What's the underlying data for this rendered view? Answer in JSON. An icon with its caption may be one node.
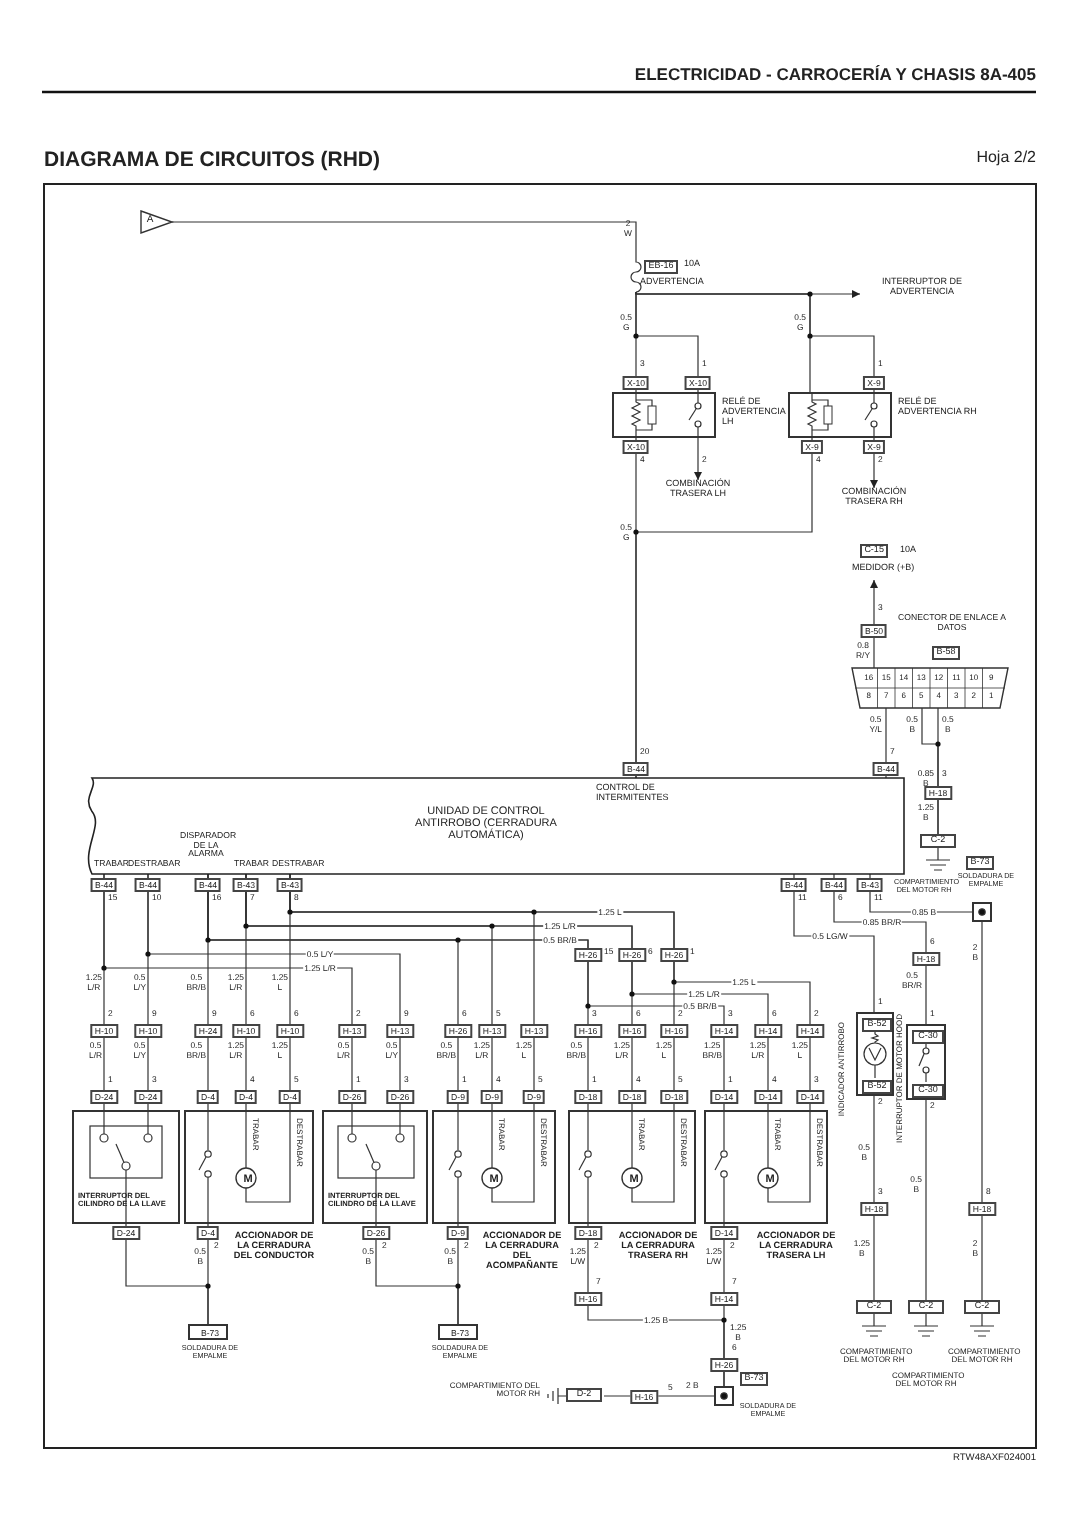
{
  "diagram": {
    "title": "DIAGRAMA DE CIRCUITOS (RHD)",
    "nodes": [
      {
        "text": [
          "A"
        ]
      },
      {
        "text": [
          "EB-16",
          "10A",
          "ADVERTENCIA"
        ]
      },
      {
        "text": [
          "INTERRUPTOR DE ADVERTENCIA"
        ]
      },
      {
        "text": [
          "RELÉ DE ADVERTENCIA LH"
        ]
      },
      {
        "text": [
          "RELÉ DE ADVERTENCIA RH"
        ]
      },
      {
        "text": [
          "COMBINACIÓN TRASERA LH"
        ]
      },
      {
        "text": [
          "COMBINACIÓN TRASERA RH"
        ]
      },
      {
        "text": [
          "C-15",
          "10A",
          "MEDIDOR (+B)"
        ]
      },
      {
        "text": [
          "CONECTOR DE ENLACE A DATOS",
          "B-58"
        ]
      },
      {
        "text": [
          "UNIDAD DE CONTROL ANTIRROBO (CERRADURA AUTOMÁTICA)",
          "CONTROL DE INTERMITENTES",
          "TRABAR",
          "DESTRABAR",
          "DISPARADOR DE LA ALARMA",
          "TRABAR",
          "DESTRABAR"
        ]
      },
      {
        "text": [
          "C-2",
          "COMPARTIMIENTO DEL MOTOR RH"
        ]
      },
      {
        "text": [
          "B-73",
          "SOLDADURA DE EMPALME"
        ]
      },
      {
        "text": [
          "INTERRUPTOR DEL CILINDRO DE LA LLAVE"
        ]
      },
      {
        "text": [
          "TRABAR",
          "DESTRABAR",
          "M",
          "ACCIONADOR DE LA CERRADURA DEL CONDUCTOR"
        ]
      },
      {
        "text": [
          "INTERRUPTOR DEL CILINDRO DE LA LLAVE"
        ]
      },
      {
        "text": [
          "TRABAR",
          "DESTRABAR",
          "M",
          "ACCIONADOR DE LA CERRADURA DEL ACOMPAÑANTE"
        ]
      },
      {
        "text": [
          "TRABAR",
          "DESTRABAR",
          "M",
          "ACCIONADOR DE LA CERRADURA TRASERA RH"
        ]
      },
      {
        "text": [
          "TRABAR",
          "DESTRABAR",
          "M",
          "ACCIONADOR DE LA CERRADURA TRASERA LH"
        ]
      },
      {
        "text": [
          "INDICADOR ANTIRROBO",
          "B-52",
          "B-52"
        ]
      },
      {
        "text": [
          "INTERRUPTOR DE MOTOR HOOD",
          "C-30",
          "C-30"
        ]
      },
      {
        "text": [
          "B-73",
          "SOLDADURA DE EMPALME"
        ]
      },
      {
        "text": [
          "B-73",
          "SOLDADURA DE EMPALME"
        ]
      },
      {
        "text": [
          "B-73",
          "SOLDADURA DE EMPALME"
        ]
      },
      {
        "text": [
          "COMPARTIMIENTO DEL MOTOR RH",
          "D-2"
        ]
      },
      {
        "text": [
          "C-2",
          "COMPARTIMIENTO DEL MOTOR RH"
        ]
      },
      {
        "text": [
          "C-2",
          "COMPARTIMIENTO DEL MOTOR RH"
        ]
      },
      {
        "text": [
          "C-2",
          "COMPARTIMIENTO DEL MOTOR RH"
        ]
      }
    ],
    "edges": [
      {
        "from": 0,
        "to": 1,
        "arrow": "none"
      },
      {
        "from": 1,
        "to": 2,
        "arrow": "to"
      },
      {
        "from": 1,
        "to": 3,
        "arrow": "none"
      },
      {
        "from": 1,
        "to": 3,
        "arrow": "none"
      },
      {
        "from": 1,
        "to": 4,
        "arrow": "none"
      },
      {
        "from": 1,
        "to": 4,
        "arrow": "none"
      },
      {
        "from": 3,
        "to": 5,
        "arrow": "to"
      },
      {
        "from": 4,
        "to": 6,
        "arrow": "to"
      },
      {
        "from": 3,
        "to": 9,
        "arrow": "none"
      },
      {
        "from": 4,
        "to": 9,
        "arrow": "none"
      },
      {
        "from": 8,
        "to": 7,
        "arrow": "to"
      },
      {
        "from": 8,
        "to": 9,
        "arrow": "none"
      },
      {
        "from": 8,
        "to": 10,
        "arrow": "none"
      },
      {
        "from": 8,
        "to": 10,
        "arrow": "none"
      },
      {
        "from": 9,
        "to": 11,
        "arrow": "none"
      },
      {
        "from": 9,
        "to": 18,
        "arrow": "none"
      },
      {
        "from": 9,
        "to": 19,
        "arrow": "none"
      },
      {
        "from": 11,
        "to": 26,
        "arrow": "none"
      },
      {
        "from": 18,
        "to": 24,
        "arrow": "none"
      },
      {
        "from": 19,
        "to": 25,
        "arrow": "none"
      },
      {
        "from": 9,
        "to": 12,
        "arrow": "none"
      },
      {
        "from": 9,
        "to": 12,
        "arrow": "none"
      },
      {
        "from": 9,
        "to": 13,
        "arrow": "none"
      },
      {
        "from": 9,
        "to": 13,
        "arrow": "none"
      },
      {
        "from": 9,
        "to": 13,
        "arrow": "none"
      },
      {
        "from": 9,
        "to": 14,
        "arrow": "none"
      },
      {
        "from": 9,
        "to": 14,
        "arrow": "none"
      },
      {
        "from": 9,
        "to": 15,
        "arrow": "none"
      },
      {
        "from": 9,
        "to": 15,
        "arrow": "none"
      },
      {
        "from": 9,
        "to": 15,
        "arrow": "none"
      },
      {
        "from": 9,
        "to": 16,
        "arrow": "none"
      },
      {
        "from": 9,
        "to": 16,
        "arrow": "none"
      },
      {
        "from": 9,
        "to": 16,
        "arrow": "none"
      },
      {
        "from": 9,
        "to": 17,
        "arrow": "none"
      },
      {
        "from": 9,
        "to": 17,
        "arrow": "none"
      },
      {
        "from": 9,
        "to": 17,
        "arrow": "none"
      },
      {
        "from": 13,
        "to": 20,
        "arrow": "none"
      },
      {
        "from": 14,
        "to": 21,
        "arrow": "none"
      },
      {
        "from": 15,
        "to": 21,
        "arrow": "none"
      },
      {
        "from": 16,
        "to": 22,
        "arrow": "none"
      },
      {
        "from": 17,
        "to": 22,
        "arrow": "none"
      },
      {
        "from": 22,
        "to": 23,
        "arrow": "none"
      },
      {
        "from": 12,
        "to": 20,
        "arrow": "none"
      }
    ],
    "labels": [
      "ELECTRICIDAD - CARROCERÍA Y CHASIS 8A-405",
      "Hoja 2/2",
      "RTW48AXF024001",
      "2 W",
      "0.5 G",
      "3",
      "1",
      "X-10",
      "X-10",
      "X-10",
      "4",
      "2",
      "0.5 G",
      "1",
      "X-9",
      "X-9",
      "X-9",
      "4",
      "2",
      "0.5 G",
      "3",
      "B-50",
      "0.8 R/Y",
      "16",
      "15",
      "14",
      "13",
      "12",
      "11",
      "10",
      "9",
      "8",
      "7",
      "6",
      "5",
      "4",
      "3",
      "2",
      "1",
      "0.5 Y/L",
      "0.5 B",
      "0.5 B",
      "20",
      "B-44",
      "7",
      "B-44",
      "0.85 B",
      "3",
      "H-18",
      "1.25 B",
      "B-44",
      "15",
      "B-44",
      "10",
      "B-44",
      "16",
      "B-43",
      "7",
      "B-43",
      "8",
      "B-44",
      "11",
      "B-44",
      "6",
      "B-43",
      "11",
      "0.85 B",
      "0.5 LG/W",
      "0.85 BR/R",
      "6",
      "H-18",
      "0.5 BR/R",
      "1",
      "2",
      "1",
      "2",
      "2 B",
      "0.5 B",
      "3",
      "H-18",
      "0.5 B",
      "8",
      "H-18",
      "1.25 B",
      "2 B",
      "1.25 L",
      "1.25 L/R",
      "0.5 BR/B",
      "0.5 L/Y",
      "1.25 L/R",
      "1.25 L/R",
      "0.5 L/Y",
      "0.5 BR/B",
      "1.25 L/R",
      "1.25 L",
      "15",
      "H-26",
      "6",
      "H-26",
      "1",
      "H-26",
      "1.25 L",
      "1.25 L/R",
      "0.5 BR/B",
      "2",
      "H-10",
      "9",
      "H-10",
      "9",
      "H-24",
      "6",
      "H-10",
      "6",
      "H-10",
      "2",
      "H-13",
      "9",
      "H-13",
      "6",
      "H-26",
      "5",
      "H-13",
      "H-13",
      "3",
      "H-16",
      "6",
      "H-16",
      "2",
      "H-16",
      "3",
      "H-14",
      "6",
      "H-14",
      "2",
      "H-14",
      "0.5 L/R",
      "0.5 L/Y",
      "0.5 BR/B",
      "1.25 L/R",
      "1.25 L",
      "0.5 L/R",
      "0.5 L/Y",
      "0.5 BR/B",
      "1.25 L/R",
      "1.25 L",
      "0.5 BR/B",
      "1.25 L/R",
      "1.25 L",
      "1.25 BR/B",
      "1.25 L/R",
      "1.25 L",
      "1",
      "D-24",
      "3",
      "D-24",
      "D-4",
      "4",
      "D-4",
      "5",
      "D-4",
      "1",
      "D-26",
      "3",
      "D-26",
      "1",
      "D-9",
      "4",
      "D-9",
      "5",
      "D-9",
      "1",
      "D-18",
      "4",
      "D-18",
      "5",
      "D-18",
      "1",
      "D-14",
      "4",
      "D-14",
      "3",
      "D-14",
      "D-24",
      "D-4",
      "2",
      "0.5 B",
      "D-26",
      "2",
      "0.5 B",
      "D-9",
      "2",
      "0.5 B",
      "D-18",
      "2",
      "1.25 L/W",
      "D-14",
      "2",
      "1.25 L/W",
      "7",
      "H-16",
      "7",
      "H-14",
      "1.25 B",
      "1.25 B",
      "6",
      "H-26",
      "5",
      "2 B",
      "H-16"
    ]
  }
}
